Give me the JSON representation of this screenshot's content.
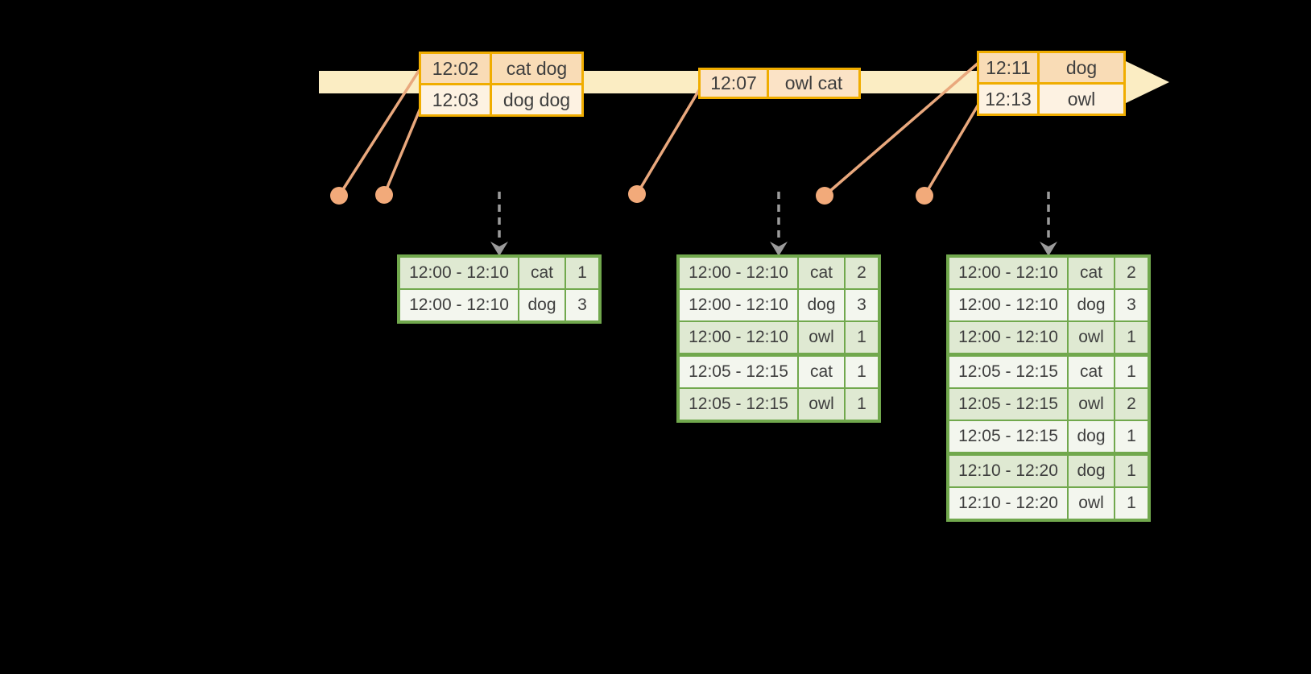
{
  "colors": {
    "background": "#000000",
    "timeline_fill": "#fbedc3",
    "event_table_border": "#f0ad00",
    "event_row_peach": "#f9dcb6",
    "event_row_cream": "#fdf2e2",
    "event_dot": "#f2aa7a",
    "connector_line": "#e9a87d",
    "trigger_arrow_gray": "#9b9b9b",
    "result_table_border": "#71a84d",
    "result_row_green": "#dfe9d2",
    "result_row_white": "#f3f6ee",
    "text": "#3e3e3e"
  },
  "event_tables": [
    {
      "rows": [
        {
          "time": "12:02",
          "words": "cat dog"
        },
        {
          "time": "12:03",
          "words": "dog dog"
        }
      ]
    },
    {
      "rows": [
        {
          "time": "12:07",
          "words": "owl cat"
        }
      ]
    },
    {
      "rows": [
        {
          "time": "12:11",
          "words": "dog"
        },
        {
          "time": "12:13",
          "words": "owl"
        }
      ]
    }
  ],
  "result_tables": [
    {
      "groups": [
        {
          "rows": [
            {
              "window": "12:00 - 12:10",
              "word": "cat",
              "count": "1"
            },
            {
              "window": "12:00 - 12:10",
              "word": "dog",
              "count": "3"
            }
          ]
        }
      ]
    },
    {
      "groups": [
        {
          "rows": [
            {
              "window": "12:00 - 12:10",
              "word": "cat",
              "count": "2"
            },
            {
              "window": "12:00 - 12:10",
              "word": "dog",
              "count": "3"
            },
            {
              "window": "12:00 - 12:10",
              "word": "owl",
              "count": "1"
            }
          ]
        },
        {
          "rows": [
            {
              "window": "12:05 - 12:15",
              "word": "cat",
              "count": "1"
            },
            {
              "window": "12:05 - 12:15",
              "word": "owl",
              "count": "1"
            }
          ]
        }
      ]
    },
    {
      "groups": [
        {
          "rows": [
            {
              "window": "12:00 - 12:10",
              "word": "cat",
              "count": "2"
            },
            {
              "window": "12:00 - 12:10",
              "word": "dog",
              "count": "3"
            },
            {
              "window": "12:00 - 12:10",
              "word": "owl",
              "count": "1"
            }
          ]
        },
        {
          "rows": [
            {
              "window": "12:05 - 12:15",
              "word": "cat",
              "count": "1"
            },
            {
              "window": "12:05 - 12:15",
              "word": "owl",
              "count": "2"
            },
            {
              "window": "12:05 - 12:15",
              "word": "dog",
              "count": "1"
            }
          ]
        },
        {
          "rows": [
            {
              "window": "12:10 - 12:20",
              "word": "dog",
              "count": "1"
            },
            {
              "window": "12:10 - 12:20",
              "word": "owl",
              "count": "1"
            }
          ]
        }
      ]
    }
  ]
}
